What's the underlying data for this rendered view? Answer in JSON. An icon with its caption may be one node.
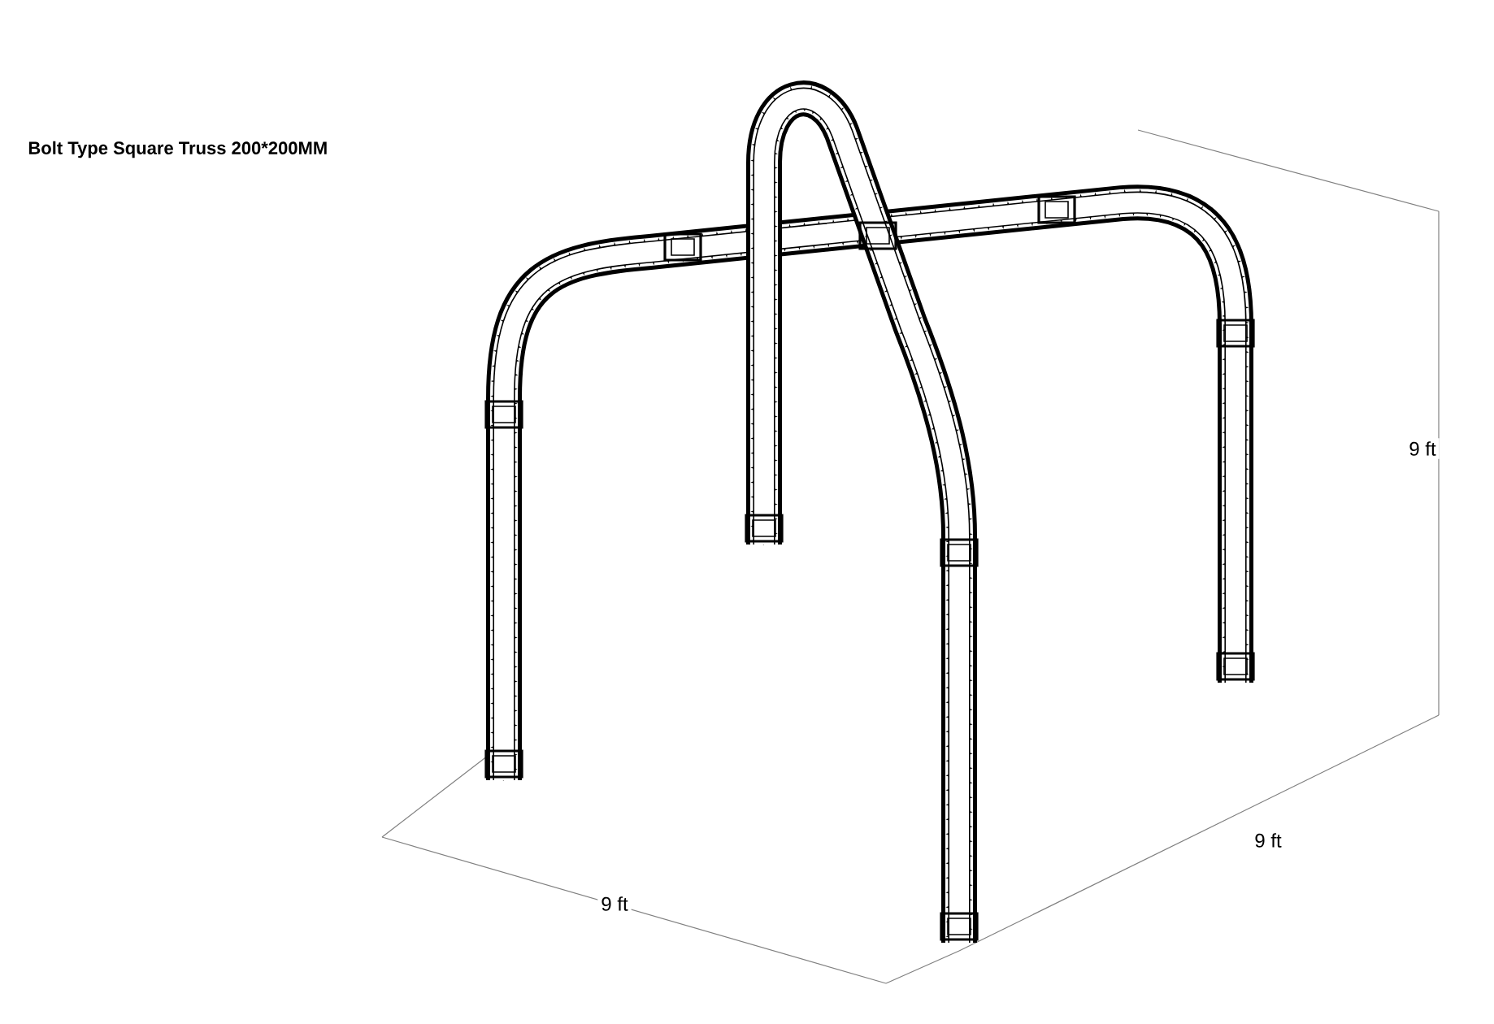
{
  "diagram": {
    "title": "Bolt Type Square Truss 200*200MM",
    "labels": [
      "9 ft",
      "9 ft",
      "9 ft"
    ]
  }
}
